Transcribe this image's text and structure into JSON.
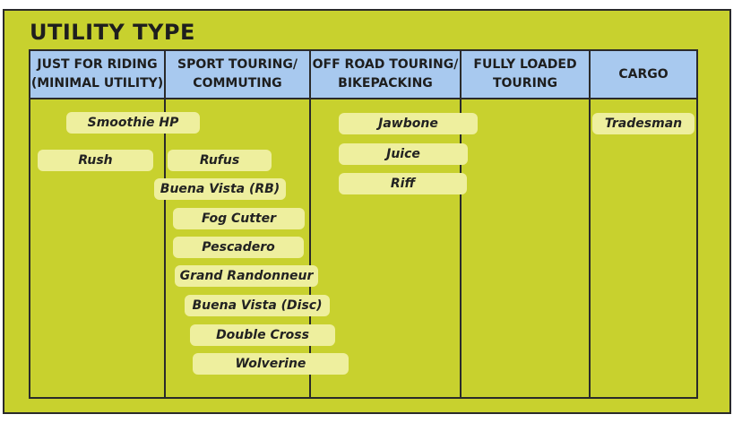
{
  "title": "UTILITY TYPE",
  "columns": [
    {
      "header": "JUST FOR RIDING\n(MINIMAL UTILITY)"
    },
    {
      "header": "SPORT TOURING/\nCOMMUTING"
    },
    {
      "header": "OFF ROAD TOURING/\nBIKEPACKING"
    },
    {
      "header": "FULLY LOADED\nTOURING"
    },
    {
      "header": "CARGO"
    }
  ],
  "bikes": [
    "Smoothie HP",
    "Rush",
    "Rufus",
    "Buena Vista (RB)",
    "Fog Cutter",
    "Pescadero",
    "Grand Randonneur",
    "Buena Vista (Disc)",
    "Double Cross",
    "Wolverine",
    "Jawbone",
    "Juice",
    "Riff",
    "Tradesman"
  ],
  "colors": {
    "background": "#c8d12e",
    "header": "#a8c9ef",
    "pill": "#eeef9e",
    "border": "#2a2a2a"
  }
}
